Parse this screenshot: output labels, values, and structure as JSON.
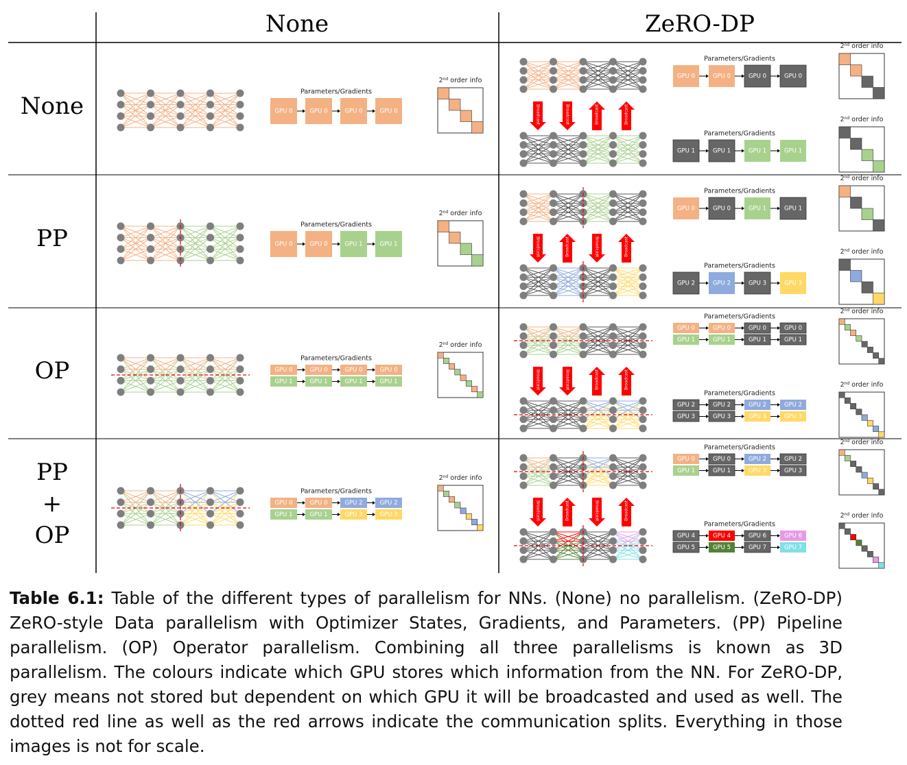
{
  "header": {
    "col_none": "None",
    "col_zero": "ZeRO-DP"
  },
  "row_labels": [
    [
      "None"
    ],
    [
      "PP"
    ],
    [
      "OP"
    ],
    [
      "PP",
      "+",
      "OP"
    ]
  ],
  "labels": {
    "params": "Parameters/Gradients",
    "order_sup": "nd",
    "order_pre": "2",
    "order_post": " order info",
    "broadcast": "Broadcast"
  },
  "gpu_names": [
    "GPU 0",
    "GPU 1",
    "GPU 2",
    "GPU 3",
    "GPU 4",
    "GPU 5",
    "GPU 6",
    "GPU 7"
  ],
  "colors": {
    "orange": "#F4B183",
    "green": "#A9D18E",
    "blue": "#8FAADC",
    "yellow": "#FFD966",
    "grey": "#666666",
    "red": "#FF0000",
    "darkgreen": "#548235",
    "pink": "#E69AE6",
    "cyan": "#7FE0E6",
    "cut": "#E00000"
  },
  "caption": {
    "label": "Table 6.1:",
    "text": " Table of the different types of parallelism for NNs. (None) no parallelism. (ZeRO-DP) ZeRO-style Data parallelism with Optimizer States, Gradients, and Parameters. (PP) Pipeline parallelism. (OP) Operator parallelism. Combining all three parallelisms is known as 3D parallelism. The colours indicate which GPU stores which information from the NN. For ZeRO-DP, grey means not stored but dependent on which GPU it will be broadcasted and used as well. The dotted red line as well as the red arrows indicate the communication splits. Everything in those images is not for scale."
  },
  "cells": {
    "none_none": {
      "net_cols": [
        "orange",
        "orange",
        "orange",
        "orange"
      ],
      "cut_h": false,
      "cut_v": false,
      "gpu_rows": [
        [
          [
            "GPU 0",
            "orange"
          ],
          [
            "GPU 0",
            "orange"
          ],
          [
            "GPU 0",
            "orange"
          ],
          [
            "GPU 0",
            "orange"
          ]
        ]
      ],
      "diag": [
        "orange",
        "orange",
        "orange",
        "orange"
      ]
    },
    "pp_none": {
      "net_cols": [
        "orange",
        "orange",
        "green",
        "green"
      ],
      "cut_h": false,
      "cut_v": true,
      "gpu_rows": [
        [
          [
            "GPU 0",
            "orange"
          ],
          [
            "GPU 0",
            "orange"
          ],
          [
            "GPU 1",
            "green"
          ],
          [
            "GPU 1",
            "green"
          ]
        ]
      ],
      "diag": [
        "orange",
        "orange",
        "green",
        "green"
      ]
    },
    "op_none": {
      "net_cols": [
        "orangegreen",
        "orangegreen",
        "orangegreen",
        "orangegreen"
      ],
      "cut_h": true,
      "cut_v": false,
      "gpu_rows": [
        [
          [
            "GPU 0",
            "orange"
          ],
          [
            "GPU 0",
            "orange"
          ],
          [
            "GPU 0",
            "orange"
          ],
          [
            "GPU 0",
            "orange"
          ]
        ],
        [
          [
            "GPU 1",
            "green"
          ],
          [
            "GPU 1",
            "green"
          ],
          [
            "GPU 1",
            "green"
          ],
          [
            "GPU 1",
            "green"
          ]
        ]
      ],
      "diag": [
        "orange",
        "green",
        "orange",
        "green",
        "orange",
        "green",
        "orange",
        "green"
      ]
    },
    "ppop_none": {
      "net_cols": [
        "orangegreen",
        "orangegreen",
        "blueyellow",
        "blueyellow"
      ],
      "cut_h": true,
      "cut_v": true,
      "gpu_rows": [
        [
          [
            "GPU 0",
            "orange"
          ],
          [
            "GPU 0",
            "orange"
          ],
          [
            "GPU 2",
            "blue"
          ],
          [
            "GPU 2",
            "blue"
          ]
        ],
        [
          [
            "GPU 1",
            "green"
          ],
          [
            "GPU 1",
            "green"
          ],
          [
            "GPU 3",
            "yellow"
          ],
          [
            "GPU 3",
            "yellow"
          ]
        ]
      ],
      "diag": [
        "orange",
        "green",
        "orange",
        "green",
        "blue",
        "yellow",
        "blue",
        "yellow"
      ]
    },
    "none_zero_a": {
      "net_cols": [
        "orange",
        "orange",
        "grey",
        "grey"
      ],
      "cut_h": false,
      "cut_v": false,
      "gpu_rows": [
        [
          [
            "GPU 0",
            "orange"
          ],
          [
            "GPU 0",
            "orange"
          ],
          [
            "GPU 0",
            "grey"
          ],
          [
            "GPU 0",
            "grey"
          ]
        ]
      ],
      "diag": [
        "orange",
        "orange",
        "grey",
        "grey"
      ]
    },
    "none_zero_b": {
      "net_cols": [
        "grey",
        "grey",
        "green",
        "green"
      ],
      "cut_h": false,
      "cut_v": false,
      "gpu_rows": [
        [
          [
            "GPU 1",
            "grey"
          ],
          [
            "GPU 1",
            "grey"
          ],
          [
            "GPU 1",
            "green"
          ],
          [
            "GPU 1",
            "green"
          ]
        ]
      ],
      "diag": [
        "grey",
        "grey",
        "green",
        "green"
      ]
    },
    "pp_zero_a": {
      "net_cols": [
        "orange",
        "grey",
        "green",
        "grey"
      ],
      "cut_h": false,
      "cut_v": true,
      "gpu_rows": [
        [
          [
            "GPU 0",
            "orange"
          ],
          [
            "GPU 0",
            "grey"
          ],
          [
            "GPU 1",
            "green"
          ],
          [
            "GPU 1",
            "grey"
          ]
        ]
      ],
      "diag": [
        "orange",
        "grey",
        "green",
        "grey"
      ]
    },
    "pp_zero_b": {
      "net_cols": [
        "grey",
        "blue",
        "grey",
        "yellow"
      ],
      "cut_h": false,
      "cut_v": true,
      "gpu_rows": [
        [
          [
            "GPU 2",
            "grey"
          ],
          [
            "GPU 2",
            "blue"
          ],
          [
            "GPU 3",
            "grey"
          ],
          [
            "GPU 3",
            "yellow"
          ]
        ]
      ],
      "diag": [
        "grey",
        "blue",
        "grey",
        "yellow"
      ]
    },
    "op_zero_a": {
      "net_cols": [
        "orangegreen",
        "orangegreen",
        "grey",
        "grey"
      ],
      "cut_h": true,
      "cut_v": false,
      "gpu_rows": [
        [
          [
            "GPU 0",
            "orange"
          ],
          [
            "GPU 0",
            "orange"
          ],
          [
            "GPU 0",
            "grey"
          ],
          [
            "GPU 0",
            "grey"
          ]
        ],
        [
          [
            "GPU 1",
            "green"
          ],
          [
            "GPU 1",
            "green"
          ],
          [
            "GPU 1",
            "grey"
          ],
          [
            "GPU 1",
            "grey"
          ]
        ]
      ],
      "diag": [
        "orange",
        "green",
        "orange",
        "green",
        "grey",
        "grey",
        "grey",
        "grey"
      ]
    },
    "op_zero_b": {
      "net_cols": [
        "grey",
        "grey",
        "blueyellow",
        "blueyellow"
      ],
      "cut_h": true,
      "cut_v": false,
      "gpu_rows": [
        [
          [
            "GPU 2",
            "grey"
          ],
          [
            "GPU 2",
            "grey"
          ],
          [
            "GPU 2",
            "blue"
          ],
          [
            "GPU 2",
            "blue"
          ]
        ],
        [
          [
            "GPU 3",
            "grey"
          ],
          [
            "GPU 3",
            "grey"
          ],
          [
            "GPU 3",
            "yellow"
          ],
          [
            "GPU 3",
            "yellow"
          ]
        ]
      ],
      "diag": [
        "grey",
        "grey",
        "grey",
        "grey",
        "blue",
        "yellow",
        "blue",
        "yellow"
      ]
    },
    "ppop_zero_a": {
      "net_cols": [
        "orangegreen",
        "grey",
        "blueyellow",
        "grey"
      ],
      "cut_h": true,
      "cut_v": true,
      "gpu_rows": [
        [
          [
            "GPU 0",
            "orange"
          ],
          [
            "GPU 0",
            "grey"
          ],
          [
            "GPU 2",
            "blue"
          ],
          [
            "GPU 2",
            "grey"
          ]
        ],
        [
          [
            "GPU 1",
            "green"
          ],
          [
            "GPU 1",
            "grey"
          ],
          [
            "GPU 3",
            "yellow"
          ],
          [
            "GPU 3",
            "grey"
          ]
        ]
      ],
      "diag": [
        "orange",
        "green",
        "grey",
        "grey",
        "blue",
        "yellow",
        "grey",
        "grey"
      ]
    },
    "ppop_zero_b": {
      "net_cols": [
        "grey",
        "reddarkgreen",
        "grey",
        "pinkcyan"
      ],
      "cut_h": true,
      "cut_v": true,
      "gpu_rows": [
        [
          [
            "GPU 4",
            "grey"
          ],
          [
            "GPU 4",
            "red"
          ],
          [
            "GPU 6",
            "grey"
          ],
          [
            "GPU 6",
            "pink"
          ]
        ],
        [
          [
            "GPU 5",
            "grey"
          ],
          [
            "GPU 5",
            "darkgreen"
          ],
          [
            "GPU 7",
            "grey"
          ],
          [
            "GPU 7",
            "cyan"
          ]
        ]
      ],
      "diag": [
        "grey",
        "grey",
        "red",
        "darkgreen",
        "grey",
        "grey",
        "pink",
        "cyan"
      ]
    }
  }
}
